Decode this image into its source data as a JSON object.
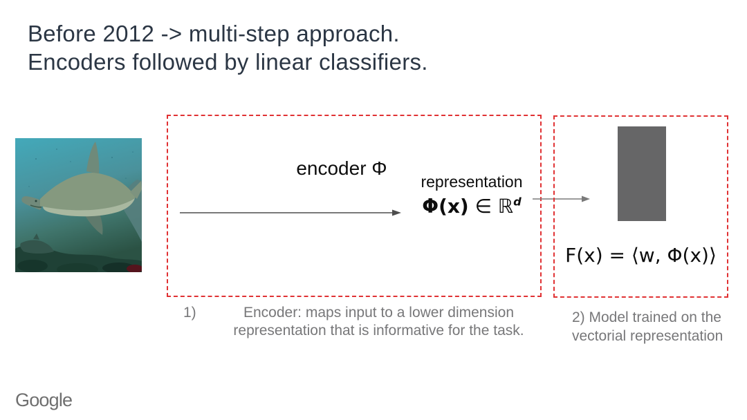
{
  "slide": {
    "title_line1": "Before 2012 -> multi-step approach.",
    "title_line2": "Encoders followed by linear classifiers.",
    "title_color": "#2b3644",
    "background_color": "#ffffff"
  },
  "images": {
    "shark_image": "hammerhead-shark-underwater-photo"
  },
  "diagram": {
    "box_border_color": "#e03133",
    "arrow_color": "#555555",
    "encoder_box": {
      "encoder_label": "encoder Φ",
      "representation_label": "representation",
      "representation_formula_main": "Φ(x)",
      "representation_formula_in": " ∈ ℝ",
      "representation_formula_sup": "d"
    },
    "model_box": {
      "model_bar_color": "#666667",
      "model_formula": "F(x) = ⟨w, Φ(x)⟩"
    }
  },
  "captions": {
    "item1_marker": "1)",
    "item1_text": "Encoder: maps input to a lower dimension representation that is informative for the task.",
    "item2_text": "2) Model trained on the vectorial representation",
    "text_color": "#777779"
  },
  "footer": {
    "logo_text": "Google",
    "logo_color": "#6f6f6f"
  }
}
